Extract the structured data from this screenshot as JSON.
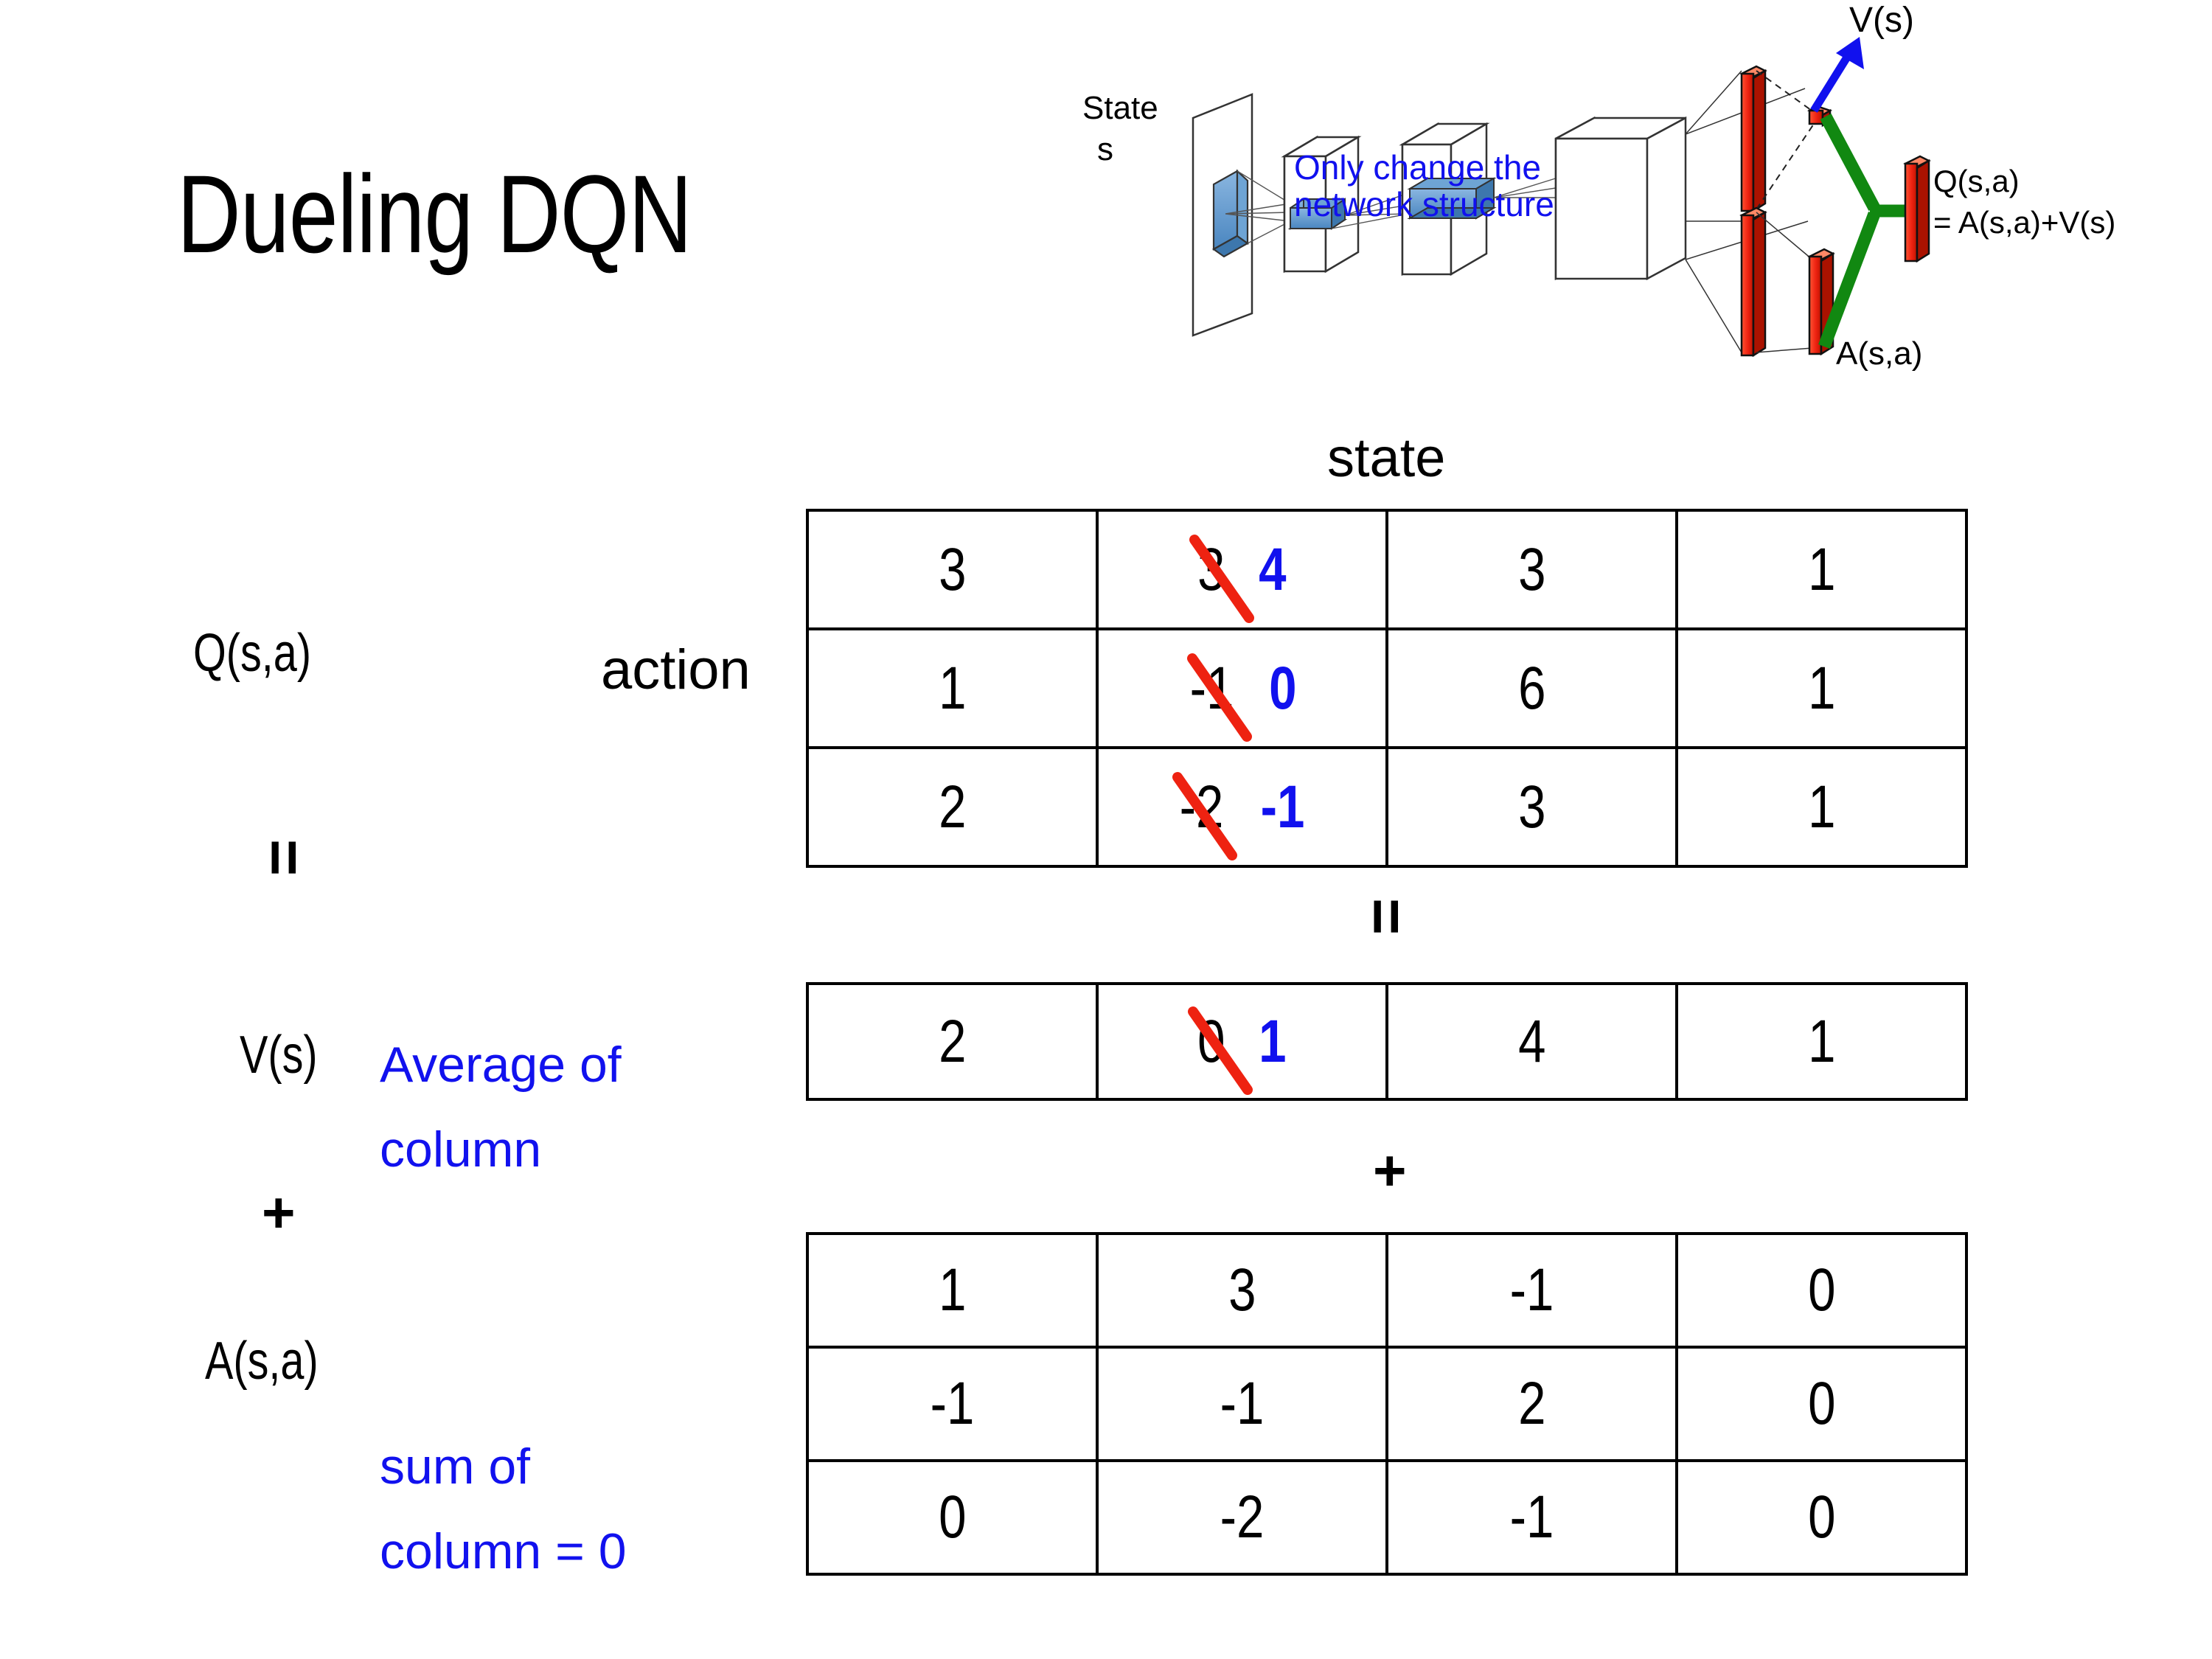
{
  "slide": {
    "title": "Dueling DQN",
    "background_color": "#ffffff"
  },
  "diagram": {
    "name": "dueling-network-architecture",
    "input_label_line1": "State",
    "input_label_line2": "s",
    "note_line1": "Only change the",
    "note_line2": "network structure",
    "note_color": "#1111ee",
    "value_stream_label": "V(s)",
    "advantage_stream_label": "A(s,a)",
    "output_label_line1": "Q(s,a)",
    "output_label_line2": "= A(s,a)+V(s)",
    "accent_colors": {
      "value_arrow": "#1111ee",
      "merge": "#118811",
      "fc_bars": "#ee2211",
      "conv_filters": "#5b9bd5"
    }
  },
  "labels": {
    "state_axis": "state",
    "action_axis": "action",
    "q_label": "Q(s,a)",
    "v_label": "V(s)",
    "a_label": "A(s,a)",
    "equals_q": "=",
    "plus_left": "+",
    "equals_mid": "=",
    "plus_mid": "+",
    "avg_note_line1": "Average of",
    "avg_note_line2": "column",
    "sum_note_line1": "sum of",
    "sum_note_line2": "column = 0",
    "note_color": "#1111ee",
    "edit_color": "#1111ee",
    "strike_color": "#ee2211"
  },
  "chart_data": {
    "type": "table",
    "title": "Dueling DQN  Q(s,a) = V(s) + A(s,a)",
    "xlabel": "state",
    "ylabel": "action",
    "tables": [
      {
        "name": "Q(s,a)",
        "rows": 3,
        "cols": 4,
        "values": [
          [
            "3",
            "3",
            "3",
            "1"
          ],
          [
            "1",
            "-1",
            "6",
            "1"
          ],
          [
            "2",
            "-2",
            "3",
            "1"
          ]
        ],
        "edits": [
          {
            "row": 0,
            "col": 1,
            "old": "3",
            "new": "4",
            "struck": true
          },
          {
            "row": 1,
            "col": 1,
            "old": "-1",
            "new": "0",
            "struck": true
          },
          {
            "row": 2,
            "col": 1,
            "old": "-2",
            "new": "-1",
            "struck": true
          }
        ]
      },
      {
        "name": "V(s)",
        "rows": 1,
        "cols": 4,
        "values": [
          [
            "2",
            "0",
            "4",
            "1"
          ]
        ],
        "edits": [
          {
            "row": 0,
            "col": 1,
            "old": "0",
            "new": "1",
            "struck": true
          }
        ]
      },
      {
        "name": "A(s,a)",
        "rows": 3,
        "cols": 4,
        "values": [
          [
            "1",
            "3",
            "-1",
            "0"
          ],
          [
            "-1",
            "-1",
            "2",
            "0"
          ],
          [
            "0",
            "-2",
            "-1",
            "0"
          ]
        ],
        "edits": []
      }
    ]
  }
}
